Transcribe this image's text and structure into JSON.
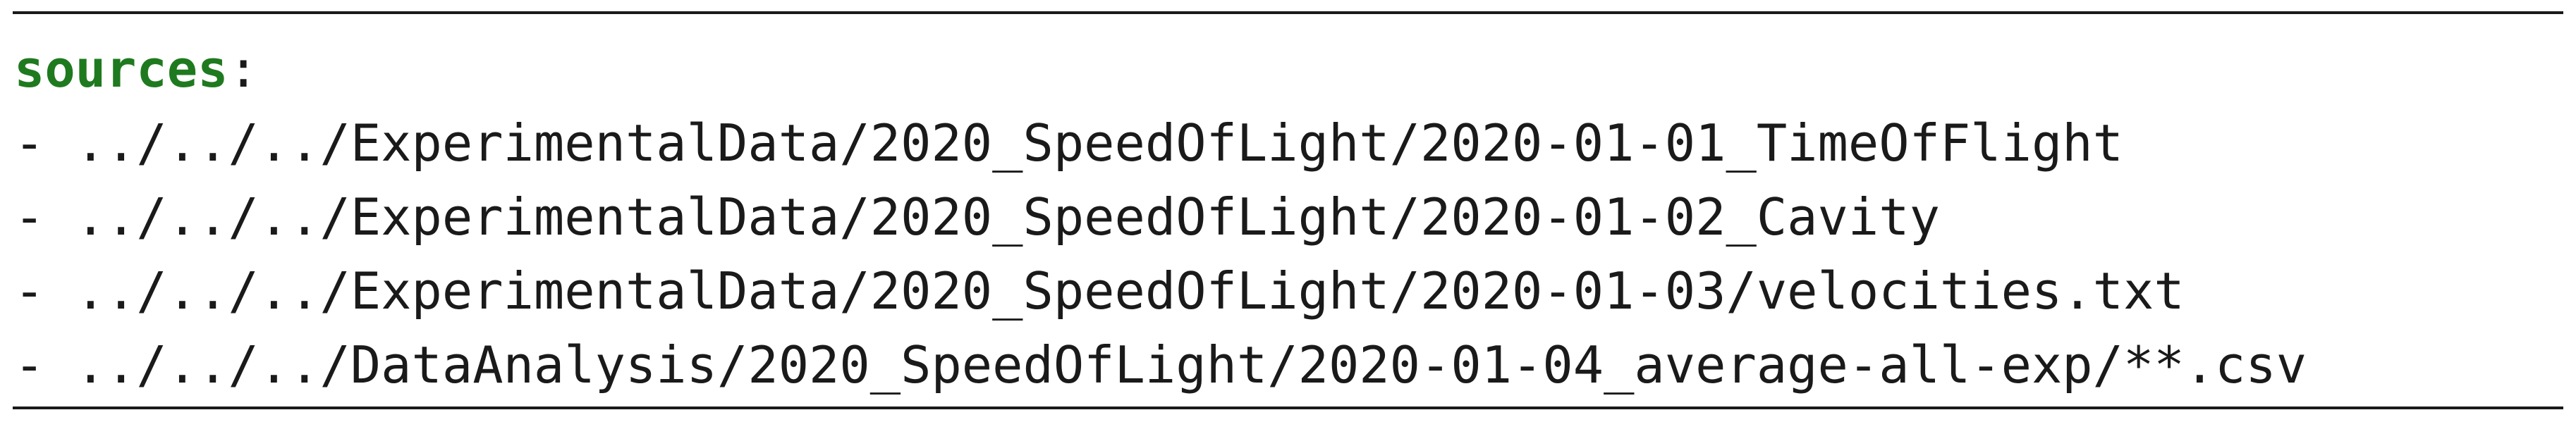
{
  "yaml": {
    "key": "sources",
    "colon": ":",
    "dash": "- ",
    "items": [
      "../../../ExperimentalData/2020_SpeedOfLight/2020-01-01_TimeOfFlight",
      "../../../ExperimentalData/2020_SpeedOfLight/2020-01-02_Cavity",
      "../../../ExperimentalData/2020_SpeedOfLight/2020-01-03/velocities.txt",
      "../../../DataAnalysis/2020_SpeedOfLight/2020-01-04_average-all-exp/**.csv"
    ]
  },
  "colors": {
    "key": "#1f7a1f",
    "text": "#1a1a1a",
    "rule": "#1a1a1a"
  }
}
